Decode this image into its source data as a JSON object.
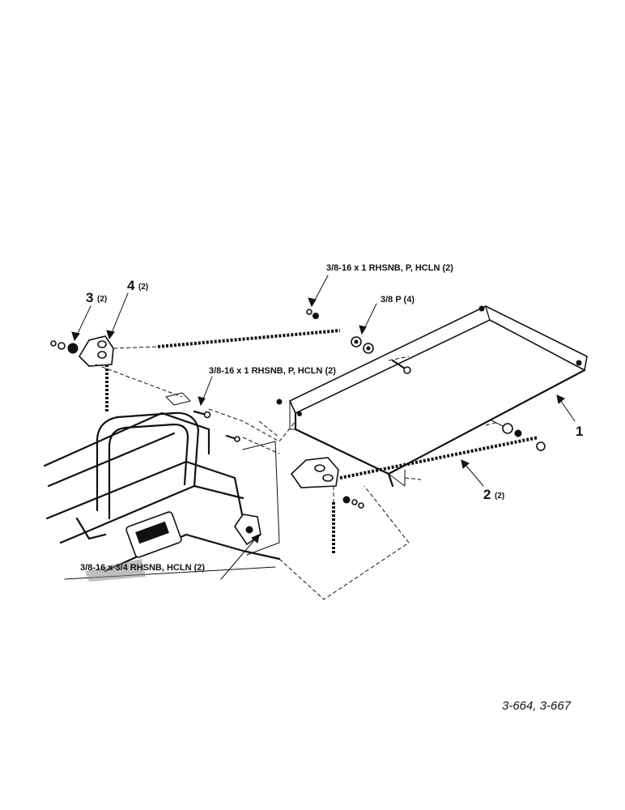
{
  "callouts": {
    "top_bolt": "3/8-16 x 1 RHSNB, P, HCLN (2)",
    "washer": "3/8 P (4)",
    "mid_bolt": "3/8-16 x 1 RHSNB, P, HCLN (2)",
    "bottom_bolt": "3/8-16 x 3/4 RHSNB, HCLN (2)"
  },
  "items": [
    {
      "number": "1",
      "qty": ""
    },
    {
      "number": "2",
      "qty": "(2)"
    },
    {
      "number": "3",
      "qty": "(2)"
    },
    {
      "number": "4",
      "qty": "(2)"
    }
  ],
  "figure_id": "3-664, 3-667"
}
